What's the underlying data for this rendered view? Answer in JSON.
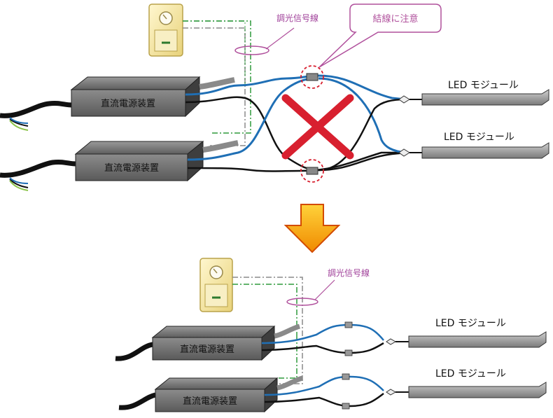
{
  "labels": {
    "psu": "直流電源装置",
    "led": "LED モジュール",
    "signal": "調光信号線",
    "warning": "結線に注意"
  },
  "colors": {
    "psu_top": "#6b6b6b",
    "psu_side": "#3a3a3a",
    "wire_blue": "#1f6fb5",
    "wire_black": "#111111",
    "signal_green": "#2e9a3c",
    "signal_gray": "#8a8a8a",
    "cross_red": "#d8202f",
    "arrow_orange": "#f39c12",
    "callout_pink": "#b0509c",
    "dimmer_body": "#f3e6a6"
  },
  "icons": {
    "bad_cross": "cross-mark-icon",
    "down_arrow": "down-arrow-icon",
    "dimmer": "dimmer-switch-icon"
  }
}
